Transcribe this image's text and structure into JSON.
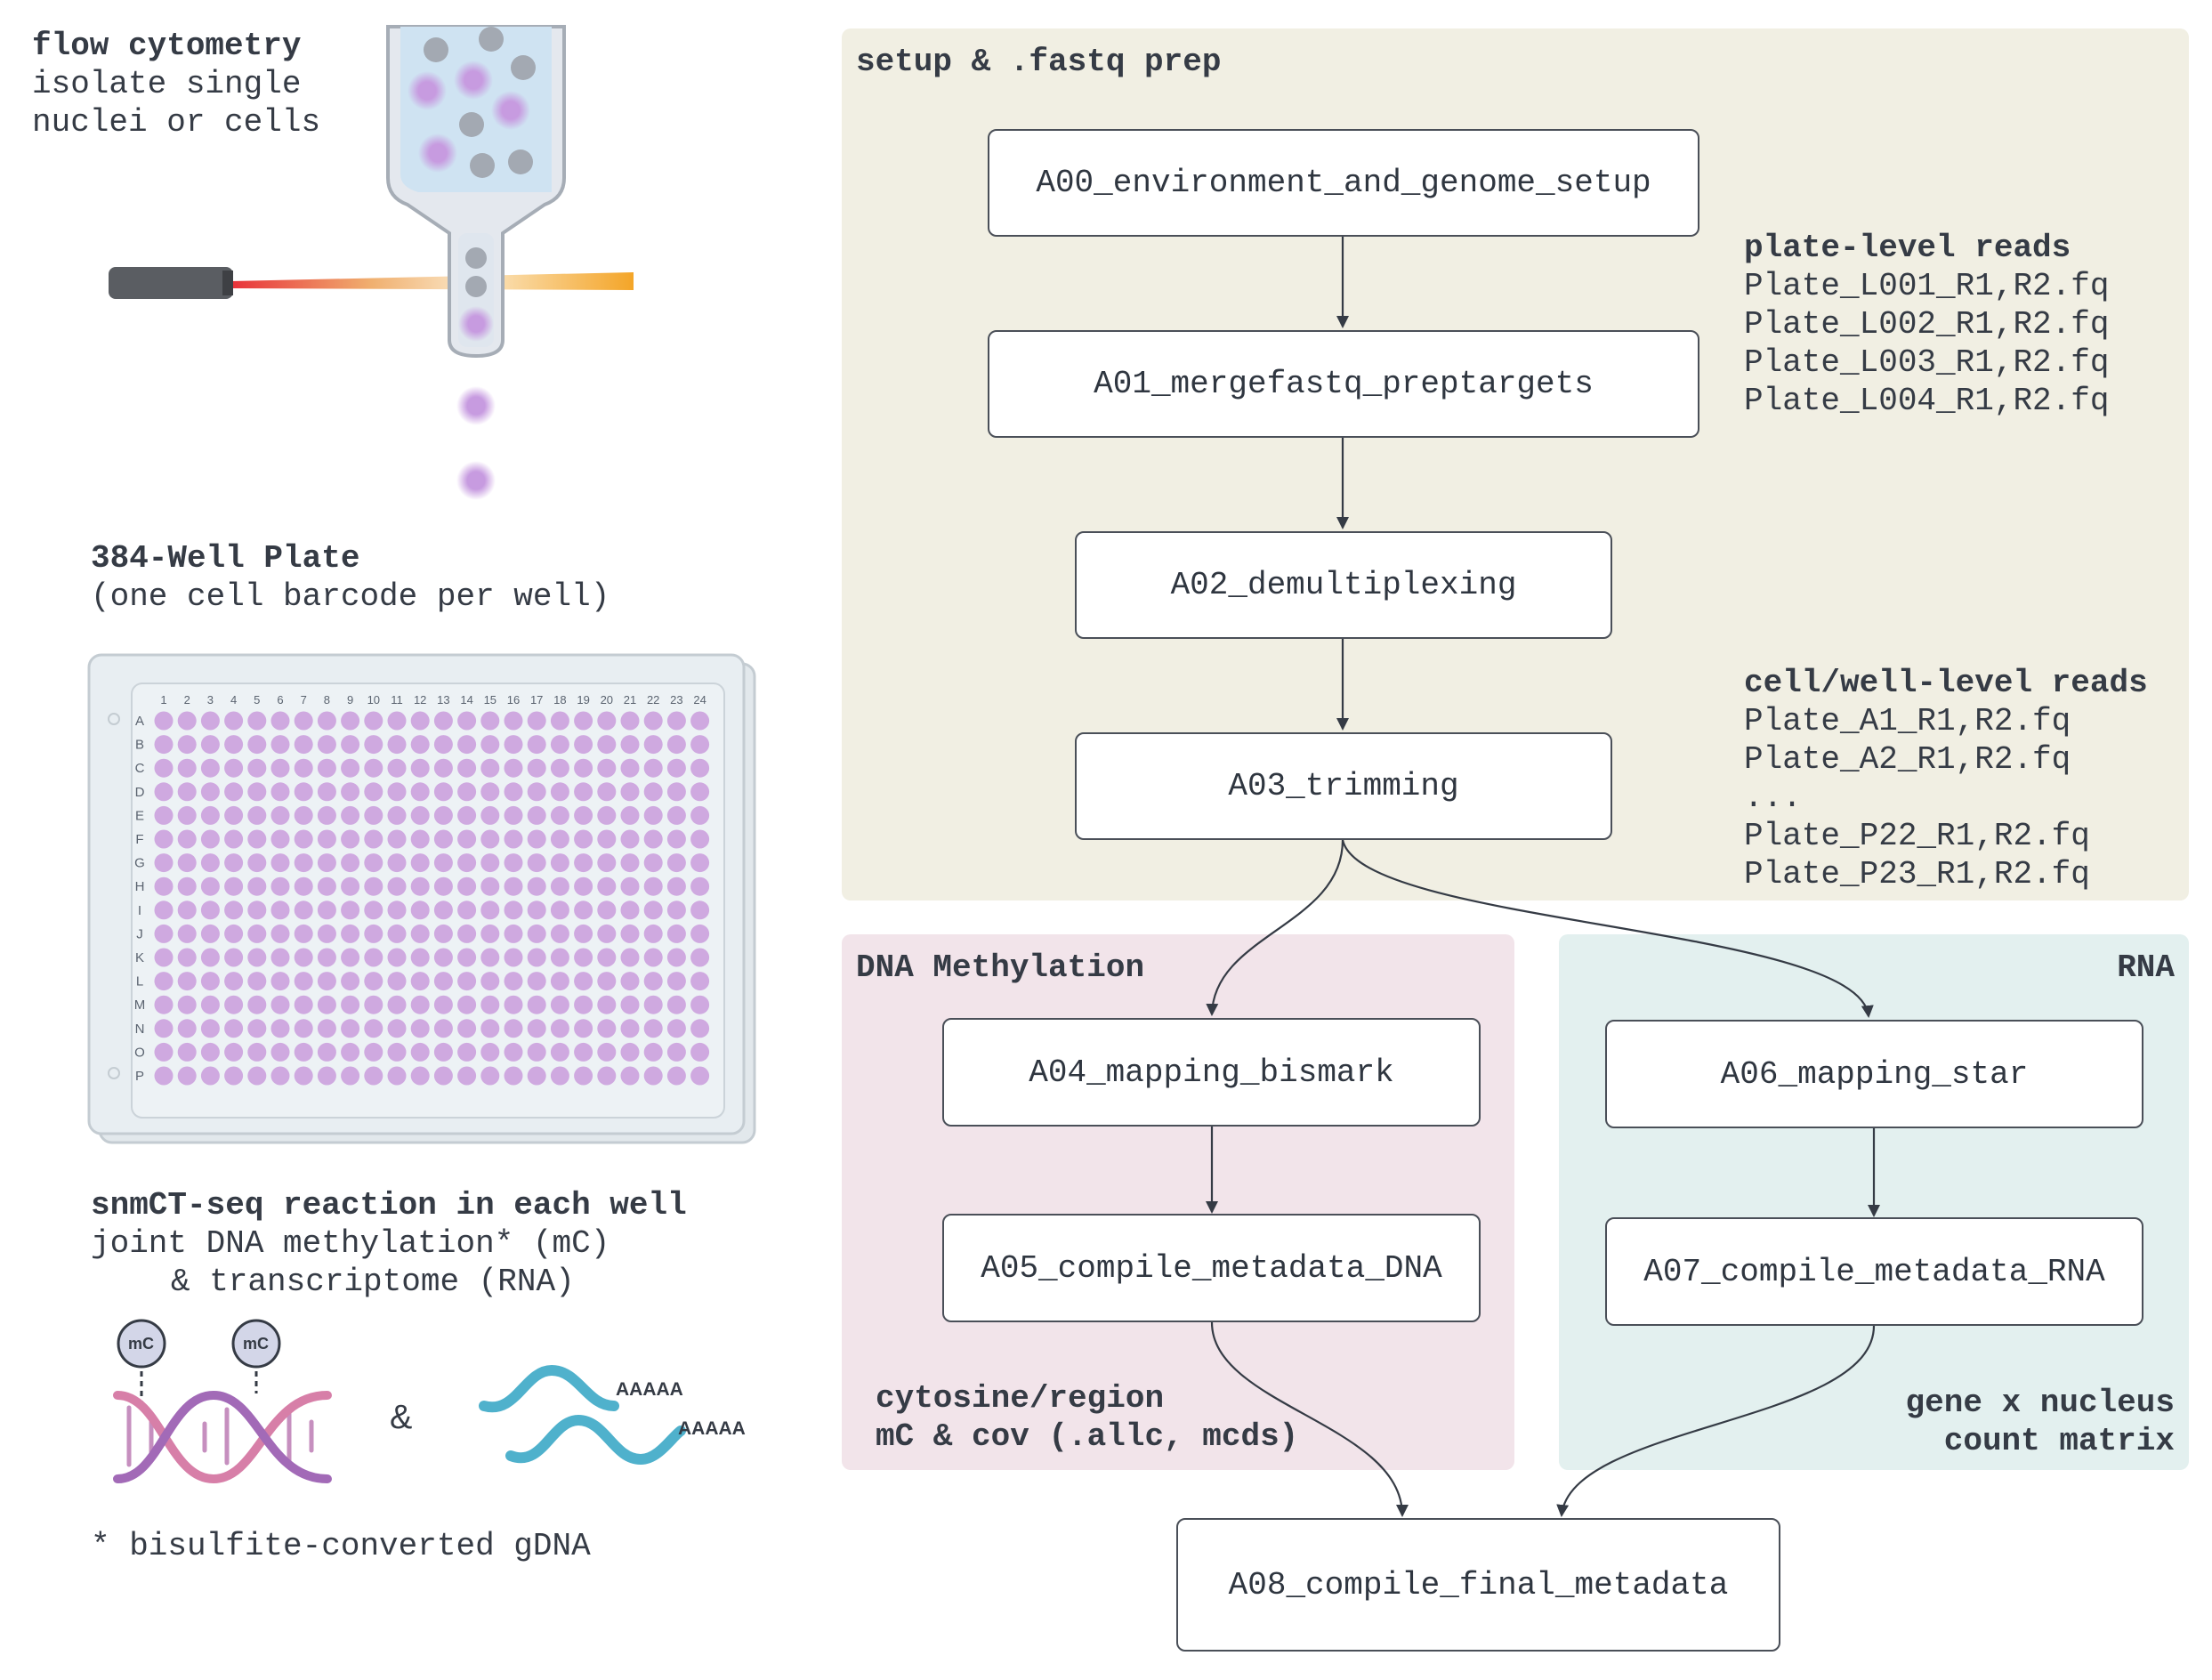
{
  "left_panel": {
    "flow_title": "flow cytometry",
    "flow_line2": "isolate single",
    "flow_line3": "nuclei or cells",
    "plate_title": "384-Well Plate",
    "plate_subtitle": "(one cell barcode per well)",
    "plate_columns": [
      "1",
      "2",
      "3",
      "4",
      "5",
      "6",
      "7",
      "8",
      "9",
      "10",
      "11",
      "12",
      "13",
      "14",
      "15",
      "16",
      "17",
      "18",
      "19",
      "20",
      "21",
      "22",
      "23",
      "24"
    ],
    "plate_rows": [
      "A",
      "B",
      "C",
      "D",
      "E",
      "F",
      "G",
      "H",
      "I",
      "J",
      "K",
      "L",
      "M",
      "N",
      "O",
      "P"
    ],
    "reaction_title": "snmCT-seq reaction in each well",
    "reaction_line2": "joint DNA methylation* (mC)",
    "reaction_line3": "& transcriptome (RNA)",
    "mc_label": "mC",
    "ampersand": "&",
    "polya": "AAAAA",
    "footnote": "* bisulfite-converted gDNA"
  },
  "regions": {
    "setup": "setup & .fastq prep",
    "dna": "DNA Methylation",
    "rna": "RNA"
  },
  "nodes": {
    "a00": "A00_environment_and_genome_setup",
    "a01": "A01_mergefastq_preptargets",
    "a02": "A02_demultiplexing",
    "a03": "A03_trimming",
    "a04": "A04_mapping_bismark",
    "a05": "A05_compile_metadata_DNA",
    "a06": "A06_mapping_star",
    "a07": "A07_compile_metadata_RNA",
    "a08": "A08_compile_final_metadata"
  },
  "annotations": {
    "plate_reads_title": "plate-level reads",
    "plate_reads": [
      "Plate_L001_R1,R2.fq",
      "Plate_L002_R1,R2.fq",
      "Plate_L003_R1,R2.fq",
      "Plate_L004_R1,R2.fq"
    ],
    "cell_reads_title": "cell/well-level reads",
    "cell_reads": [
      "Plate_A1_R1,R2.fq",
      "Plate_A2_R1,R2.fq",
      "...",
      "Plate_P22_R1,R2.fq",
      "Plate_P23_R1,R2.fq"
    ],
    "dna_output_line1": "cytosine/region",
    "dna_output_line2": "mC & cov (.allc, mcds)",
    "rna_output_line1": "gene x nucleus",
    "rna_output_line2": "count matrix"
  },
  "colors": {
    "setup_bg": "#f1efe3",
    "dna_bg": "#f2e4ea",
    "rna_bg": "#e3f0ef",
    "well": "#cfa9e0",
    "nucleus": "#c79be0",
    "cell_gray": "#a3a9b2",
    "rna_wave": "#4fb1cc",
    "arrow": "#353b45"
  }
}
